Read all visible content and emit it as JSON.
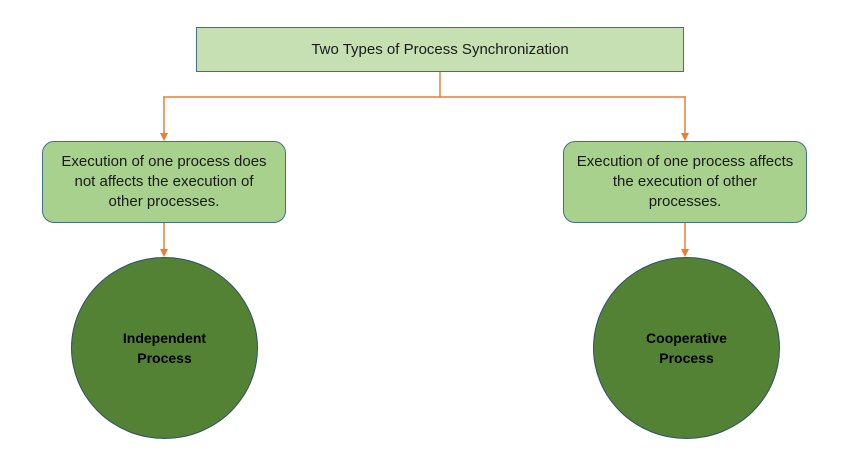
{
  "title": "Two Types of Process Synchronization",
  "left_branch": {
    "description": "Execution of one process does\nnot affects the execution of\nother processes.",
    "process_label": "Independent\nProcess"
  },
  "right_branch": {
    "description": "Execution of one process affects\nthe execution of other\nprocesses.",
    "process_label": "Cooperative\nProcess"
  },
  "colors": {
    "title_fill": "#c6e0b4",
    "description_fill": "#a9d18e",
    "circle_fill": "#548235",
    "connector": "#ed7d31",
    "border": "#3f6f8f"
  }
}
